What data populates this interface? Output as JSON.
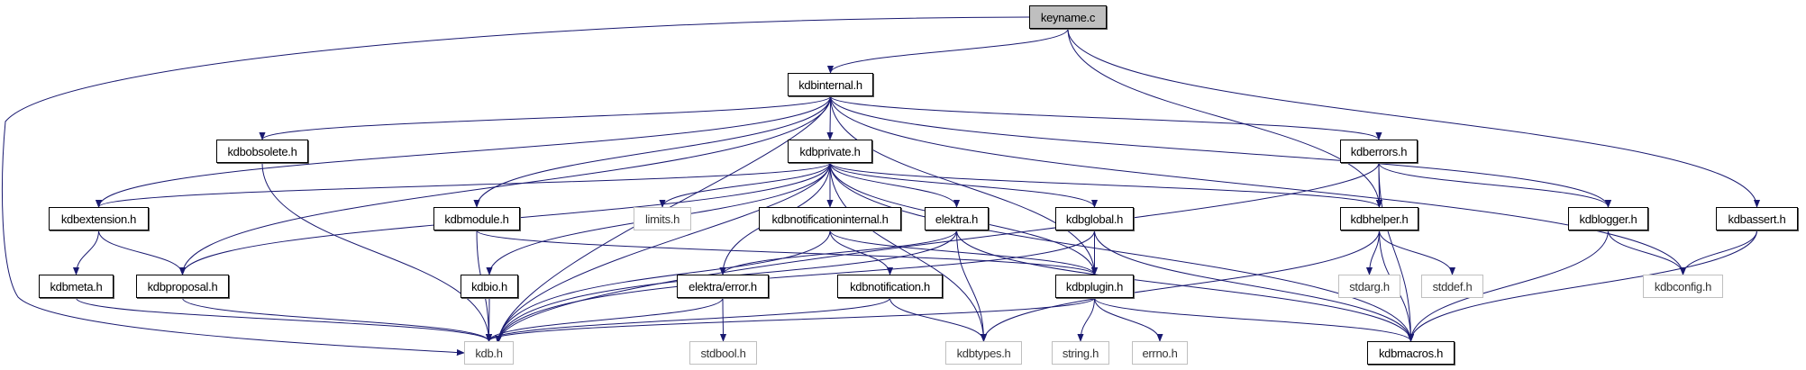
{
  "colors": {
    "edge": "#191970",
    "root_fill": "#bfbfbf",
    "external_border": "#bfbfbf"
  },
  "nodes": [
    {
      "id": "keyname.c",
      "label": "keyname.c",
      "kind": "root"
    },
    {
      "id": "kdbinternal.h",
      "label": "kdbinternal.h",
      "kind": "local"
    },
    {
      "id": "kdbobsolete.h",
      "label": "kdbobsolete.h",
      "kind": "local"
    },
    {
      "id": "kdbprivate.h",
      "label": "kdbprivate.h",
      "kind": "local"
    },
    {
      "id": "kdberrors.h",
      "label": "kdberrors.h",
      "kind": "local"
    },
    {
      "id": "kdbextension.h",
      "label": "kdbextension.h",
      "kind": "local"
    },
    {
      "id": "kdbmodule.h",
      "label": "kdbmodule.h",
      "kind": "local"
    },
    {
      "id": "limits.h",
      "label": "limits.h",
      "kind": "external"
    },
    {
      "id": "kdbnotificationinternal.h",
      "label": "kdbnotificationinternal.h",
      "kind": "local"
    },
    {
      "id": "elektra.h",
      "label": "elektra.h",
      "kind": "local"
    },
    {
      "id": "kdbglobal.h",
      "label": "kdbglobal.h",
      "kind": "local"
    },
    {
      "id": "kdbhelper.h",
      "label": "kdbhelper.h",
      "kind": "local"
    },
    {
      "id": "kdblogger.h",
      "label": "kdblogger.h",
      "kind": "local"
    },
    {
      "id": "kdbassert.h",
      "label": "kdbassert.h",
      "kind": "local"
    },
    {
      "id": "kdbmeta.h",
      "label": "kdbmeta.h",
      "kind": "local"
    },
    {
      "id": "kdbproposal.h",
      "label": "kdbproposal.h",
      "kind": "local"
    },
    {
      "id": "kdbio.h",
      "label": "kdbio.h",
      "kind": "local"
    },
    {
      "id": "elektra/error.h",
      "label": "elektra/error.h",
      "kind": "local"
    },
    {
      "id": "kdbnotification.h",
      "label": "kdbnotification.h",
      "kind": "local"
    },
    {
      "id": "kdbplugin.h",
      "label": "kdbplugin.h",
      "kind": "local"
    },
    {
      "id": "stdarg.h",
      "label": "stdarg.h",
      "kind": "external"
    },
    {
      "id": "stddef.h",
      "label": "stddef.h",
      "kind": "external"
    },
    {
      "id": "kdbconfig.h",
      "label": "kdbconfig.h",
      "kind": "external"
    },
    {
      "id": "kdb.h",
      "label": "kdb.h",
      "kind": "external"
    },
    {
      "id": "stdbool.h",
      "label": "stdbool.h",
      "kind": "external"
    },
    {
      "id": "kdbtypes.h",
      "label": "kdbtypes.h",
      "kind": "external"
    },
    {
      "id": "string.h",
      "label": "string.h",
      "kind": "external"
    },
    {
      "id": "errno.h",
      "label": "errno.h",
      "kind": "external"
    },
    {
      "id": "kdbmacros.h",
      "label": "kdbmacros.h",
      "kind": "local"
    }
  ],
  "edges": [
    [
      "keyname.c",
      "kdb.h"
    ],
    [
      "keyname.c",
      "kdbinternal.h"
    ],
    [
      "keyname.c",
      "kdbhelper.h"
    ],
    [
      "keyname.c",
      "kdbassert.h"
    ],
    [
      "kdbinternal.h",
      "kdbextension.h"
    ],
    [
      "kdbinternal.h",
      "kdbproposal.h"
    ],
    [
      "kdbinternal.h",
      "kdbobsolete.h"
    ],
    [
      "kdbinternal.h",
      "kdb.h"
    ],
    [
      "kdbinternal.h",
      "kdbmodule.h"
    ],
    [
      "kdbinternal.h",
      "kdbprivate.h"
    ],
    [
      "kdbinternal.h",
      "kdbplugin.h"
    ],
    [
      "kdbinternal.h",
      "kdberrors.h"
    ],
    [
      "kdbinternal.h",
      "kdblogger.h"
    ],
    [
      "kdbinternal.h",
      "kdbconfig.h"
    ],
    [
      "kdbprivate.h",
      "kdbextension.h"
    ],
    [
      "kdbprivate.h",
      "kdbproposal.h"
    ],
    [
      "kdbprivate.h",
      "kdb.h"
    ],
    [
      "kdbprivate.h",
      "kdbio.h"
    ],
    [
      "kdbprivate.h",
      "limits.h"
    ],
    [
      "kdbprivate.h",
      "kdbnotificationinternal.h"
    ],
    [
      "kdbprivate.h",
      "elektra/error.h"
    ],
    [
      "kdbprivate.h",
      "elektra.h"
    ],
    [
      "kdbprivate.h",
      "kdbtypes.h"
    ],
    [
      "kdbprivate.h",
      "kdbglobal.h"
    ],
    [
      "kdbprivate.h",
      "kdbplugin.h"
    ],
    [
      "kdbprivate.h",
      "kdbhelper.h"
    ],
    [
      "kdbprivate.h",
      "kdbmacros.h"
    ],
    [
      "kdberrors.h",
      "kdb.h"
    ],
    [
      "kdberrors.h",
      "kdbhelper.h"
    ],
    [
      "kdberrors.h",
      "kdblogger.h"
    ],
    [
      "kdberrors.h",
      "kdbmacros.h"
    ],
    [
      "kdbobsolete.h",
      "kdb.h"
    ],
    [
      "kdbextension.h",
      "kdbmeta.h"
    ],
    [
      "kdbextension.h",
      "kdbproposal.h"
    ],
    [
      "kdbmodule.h",
      "kdb.h"
    ],
    [
      "kdbmodule.h",
      "kdbplugin.h"
    ],
    [
      "kdbnotificationinternal.h",
      "kdb.h"
    ],
    [
      "kdbnotificationinternal.h",
      "kdbnotification.h"
    ],
    [
      "kdbnotificationinternal.h",
      "kdbplugin.h"
    ],
    [
      "elektra.h",
      "kdb.h"
    ],
    [
      "elektra.h",
      "elektra/error.h"
    ],
    [
      "elektra.h",
      "kdbtypes.h"
    ],
    [
      "elektra.h",
      "kdbmacros.h"
    ],
    [
      "kdbglobal.h",
      "kdb.h"
    ],
    [
      "kdbglobal.h",
      "kdbplugin.h"
    ],
    [
      "kdbglobal.h",
      "kdbmacros.h"
    ],
    [
      "kdbhelper.h",
      "kdbtypes.h"
    ],
    [
      "kdbhelper.h",
      "stdarg.h"
    ],
    [
      "kdbhelper.h",
      "stddef.h"
    ],
    [
      "kdbhelper.h",
      "kdbmacros.h"
    ],
    [
      "kdblogger.h",
      "kdbconfig.h"
    ],
    [
      "kdblogger.h",
      "kdbmacros.h"
    ],
    [
      "kdbassert.h",
      "kdbconfig.h"
    ],
    [
      "kdbassert.h",
      "kdbmacros.h"
    ],
    [
      "kdbmeta.h",
      "kdb.h"
    ],
    [
      "kdbproposal.h",
      "kdb.h"
    ],
    [
      "kdbio.h",
      "kdb.h"
    ],
    [
      "elektra/error.h",
      "kdb.h"
    ],
    [
      "elektra/error.h",
      "stdbool.h"
    ],
    [
      "kdbnotification.h",
      "kdb.h"
    ],
    [
      "kdbnotification.h",
      "kdbtypes.h"
    ],
    [
      "kdbplugin.h",
      "kdb.h"
    ],
    [
      "kdbplugin.h",
      "string.h"
    ],
    [
      "kdbplugin.h",
      "errno.h"
    ],
    [
      "kdbplugin.h",
      "kdbmacros.h"
    ]
  ]
}
